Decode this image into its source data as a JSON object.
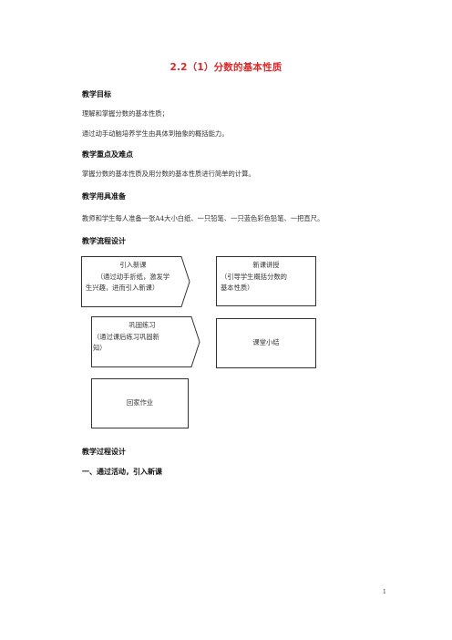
{
  "title": "2.2（1）分数的基本性质",
  "sections": {
    "goals_heading": "教学目标",
    "goals_line1": "理解和掌握分数的基本性质；",
    "goals_line2": "通过动手动脑培养学生由具体到抽象的概括能力。",
    "key_heading": "教学重点及难点",
    "key_line1": "掌握分数的基本性质及用分数的基本性质进行简单的计算。",
    "tools_heading": "教学用具准备",
    "tools_line1": "教师和学生每人准备一张A4大小白纸、一只铅笔、一只蓝色彩色铅笔、一把直尺。",
    "flow_heading": "教学流程设计",
    "process_heading": "教学过程设计",
    "part1_heading": "一、通过活动，引入新课"
  },
  "flowchart": {
    "box1": {
      "line1": "引入新课",
      "line2": "（通过动手折纸，激发学",
      "line3": "生兴趣，进而引入新课）"
    },
    "box2": {
      "line1": "新课讲授",
      "line2": "（引导学生概括分数的",
      "line3": "基本性质）"
    },
    "box3": {
      "line1": "巩固练习",
      "line2": "（通过课后练习巩固新",
      "line3": "知）"
    },
    "box4": {
      "line1": "课堂小结"
    },
    "box5": {
      "line1": "回家作业"
    }
  },
  "page_number": "1"
}
